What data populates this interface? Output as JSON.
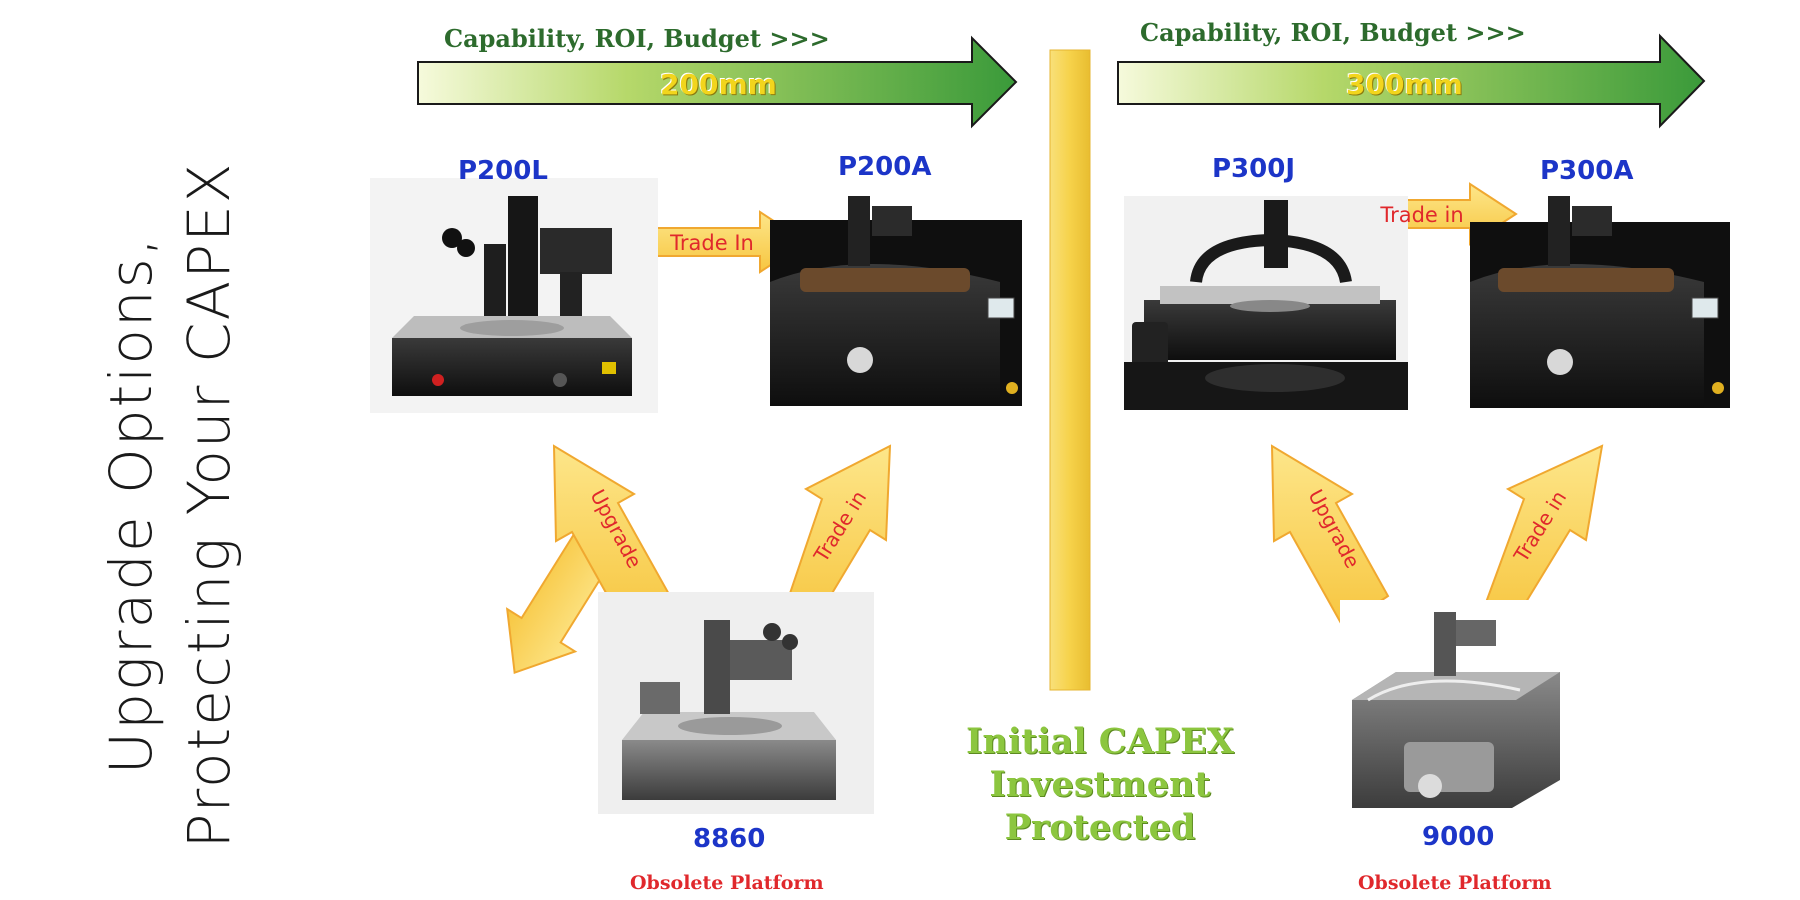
{
  "title": {
    "line1": "Upgrade Options,",
    "line2": "Protecting Your CAPEX"
  },
  "segments": [
    {
      "banner_label": "Capability, ROI, Budget >>>",
      "wafer_size": "200mm",
      "entry_model": "P200L",
      "advanced_model": "P200A",
      "trade_in_top": "Trade In",
      "upgrade_label": "Upgrade",
      "trade_in_diagonal": "Trade in",
      "obsolete_model": "8860",
      "obsolete_status": "Obsolete Platform"
    },
    {
      "banner_label": "Capability, ROI, Budget >>>",
      "wafer_size": "300mm",
      "entry_model": "P300J",
      "advanced_model": "P300A",
      "trade_in_top": "Trade in",
      "upgrade_label": "Upgrade",
      "trade_in_diagonal": "Trade in",
      "obsolete_model": "9000",
      "obsolete_status": "Obsolete Platform"
    }
  ],
  "center": {
    "line1": "Initial CAPEX",
    "line2": "Investment",
    "line3": "Protected"
  },
  "colors": {
    "banner_start": "#f4f9d6",
    "banner_end": "#3a9a3a",
    "arrow_fill": "#fbd65a",
    "arrow_edge": "#f0a830",
    "divider": "#f6d24a",
    "model_blue": "#1c35c8",
    "red_text": "#e0282c",
    "capex_green": "#8cc63f"
  }
}
